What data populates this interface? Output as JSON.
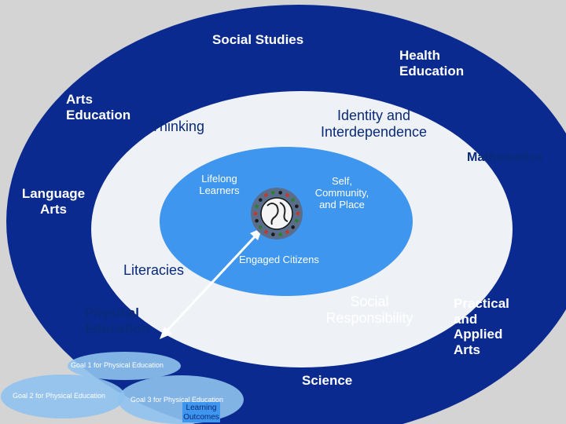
{
  "colors": {
    "outer_ring": "#0b2a8f",
    "middle_ring": "#eef1f6",
    "inner_core": "#3f96ee",
    "background": "#d4d4d4",
    "goal_bubble": "#8fc2ee",
    "arrow": "#ffffff"
  },
  "ring_labels": {
    "social_studies": "Social Studies",
    "health_education": "Health Education",
    "arts_education": "Arts Education",
    "mathematics": "Mathematics",
    "language_arts": "Language Arts",
    "practical_applied_arts": "Practical and Applied Arts",
    "science": "Science",
    "physical_education": "Physical Education"
  },
  "middle_labels": {
    "thinking": "Thinking",
    "identity": "Identity and Interdependence",
    "literacies": "Literacies",
    "social_responsibility": "Social Responsibility"
  },
  "core_labels": {
    "lifelong_learners": "Lifelong Learners",
    "self_community_place": "Self, Community, and Place",
    "engaged_citizens": "Engaged Citizens"
  },
  "goals": {
    "goal1": "Goal 1 for Physical Education",
    "goal2": "Goal 2 for Physical Education",
    "goal3": "Goal 3 for Physical Education",
    "outcomes": "Learning Outcomes"
  },
  "icons": {
    "globe": "globe-with-people-icon",
    "arrow": "double-headed-arrow-icon"
  }
}
